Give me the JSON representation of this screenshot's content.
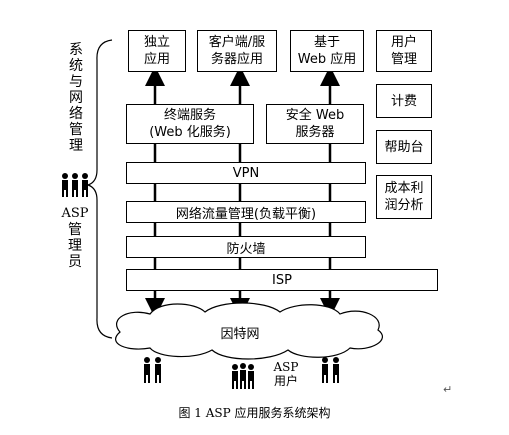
{
  "top_apps": [
    {
      "line1": "独立",
      "line2": "应用"
    },
    {
      "line1": "客户端/服",
      "line2": "务器应用"
    },
    {
      "line1": "基于",
      "line2": "Web 应用"
    },
    {
      "line1": "用户",
      "line2": "管理"
    }
  ],
  "right_boxes": [
    {
      "line1": "计费",
      "line2": ""
    },
    {
      "line1": "帮助台",
      "line2": ""
    },
    {
      "line1": "成本利",
      "line2": "润分析"
    }
  ],
  "services": [
    {
      "line1": "终端服务",
      "line2": "(Web 化服务)"
    },
    {
      "line1": "安全 Web",
      "line2": "服务器"
    }
  ],
  "layers": {
    "vpn": "VPN",
    "load_balance": "网络流量管理(负载平衡)",
    "firewall": "防火墙",
    "isp": "ISP"
  },
  "cloud_label": "因特网",
  "left_labels": {
    "system_mgmt": [
      "系",
      "统",
      "与",
      "网",
      "络",
      "管",
      "理"
    ],
    "asp_admin": [
      "ASP",
      "管",
      "理",
      "员"
    ]
  },
  "users_label": {
    "line1": "ASP",
    "line2": "用户"
  },
  "caption": "图 1   ASP 应用服务系统架构",
  "return_mark": "↵"
}
